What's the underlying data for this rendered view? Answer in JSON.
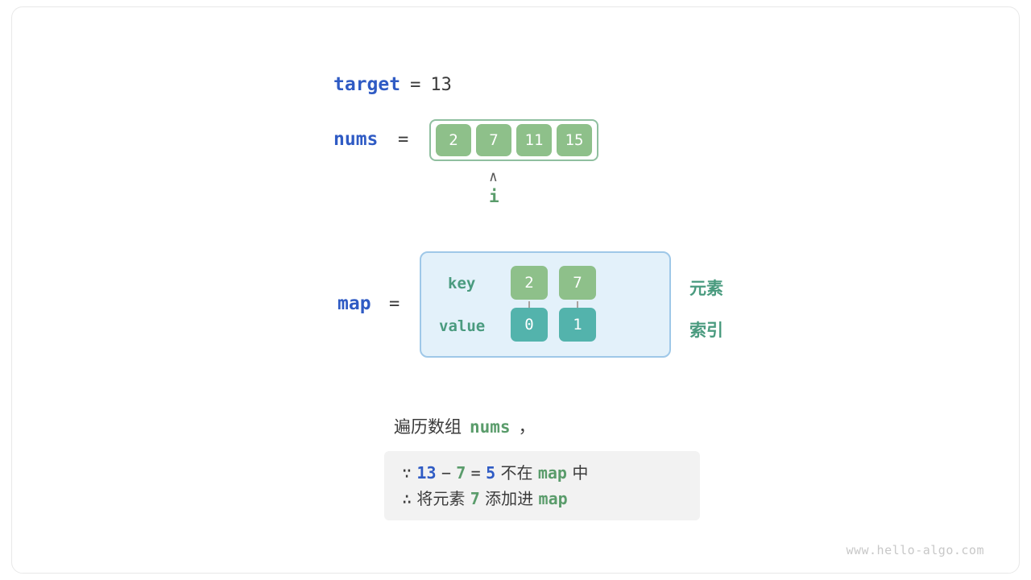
{
  "target": {
    "name": "target",
    "eq": "=",
    "value": "13"
  },
  "nums": {
    "name": "nums",
    "eq": "=",
    "cells": [
      "2",
      "7",
      "11",
      "15"
    ],
    "pointer_caret": "∧",
    "pointer_label": "i"
  },
  "map": {
    "name": "map",
    "eq": "=",
    "key_label": "key",
    "value_label": "value",
    "keys": [
      "2",
      "7"
    ],
    "values": [
      "0",
      "1"
    ],
    "side_labels": {
      "element": "元素",
      "index": "索引"
    }
  },
  "caption": {
    "prefix": "遍历数组",
    "code": "nums",
    "suffix": "，"
  },
  "note": {
    "line1": {
      "mark": "∵",
      "a": "13",
      "minus": "−",
      "b": "7",
      "eq": "=",
      "c": "5",
      "text1": "不在",
      "map": "map",
      "text2": "中"
    },
    "line2": {
      "mark": "∴",
      "text1": "将元素",
      "num": "7",
      "text2": "添加进",
      "map": "map"
    }
  },
  "watermark": "www.hello-algo.com",
  "colors": {
    "blue_var": "#2f5bc4",
    "green_text": "#5a9c6b",
    "green_cell": "#8ec08a",
    "teal_cell": "#53b3ac",
    "map_bg": "#e3f1fa",
    "map_border": "#9fc8e8",
    "note_bg": "#f2f2f2"
  }
}
